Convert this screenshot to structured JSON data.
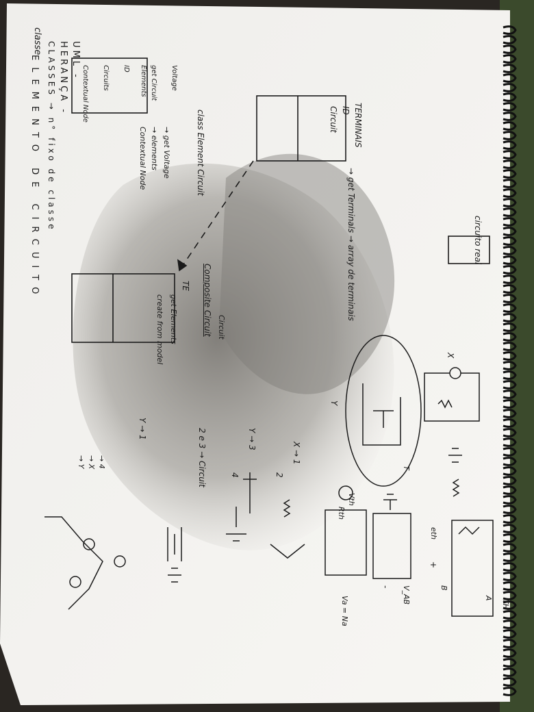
{
  "notes": {
    "uml": "UML -",
    "heranca": "HERANÇA -",
    "classes": "CLASSES → n° fixo de classe",
    "classe": "classe",
    "elemento": "ELEMENTO DE CIRCUITO",
    "terminais_box": [
      "TERMINAIS",
      "ID",
      "Circuit"
    ],
    "get_terminals": "→ get Terminals → array de terminais",
    "circuito_real": "circuito real",
    "composite_box_title": "TE",
    "composite_box_lines": [
      "get Elements",
      "create from model"
    ],
    "composite_circuit": "Composite Circuit",
    "circuit": "Circuit",
    "left_box_lines": [
      "Voltage",
      "get Circuit",
      "Elements",
      "ID",
      "Circuits",
      "Contextual Node"
    ],
    "left_methods": [
      "→ get Voltage",
      "→ elements",
      "Contextual Node"
    ],
    "class_element_circuit": "class Element Circuit",
    "labels_x": "X",
    "labels_y": "Y",
    "x_list": [
      "X → 1",
      "2"
    ],
    "y_list": [
      "Y → 3",
      "4"
    ],
    "node_rule": "2 e 3 → Circuit",
    "y_list2": [
      "Y → 1",
      "→ 4",
      "→ X",
      "→ Y"
    ],
    "vth": "Vth",
    "rth": "Rth",
    "eth": "eth",
    "t": "T",
    "vab": "V_AB",
    "va": "Va = Na",
    "th": "TH",
    "a": "A",
    "b": "B",
    "plus": "+",
    "minus": "-"
  },
  "colors": {
    "paper": "#f2f1ee",
    "ink": "#1a1a1a",
    "shadow": "#7d7a74",
    "spiral": "#111111",
    "background": "#2a2622"
  }
}
